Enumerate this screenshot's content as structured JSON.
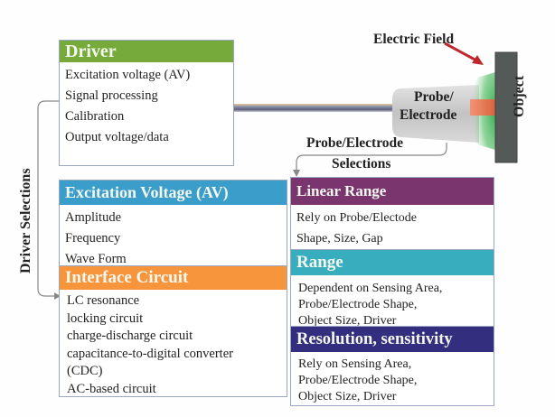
{
  "colors": {
    "driver": "#76ab3b",
    "excitation": "#3b9dc9",
    "interface": "#f7953c",
    "linear_range": "#7a356f",
    "range": "#38adbd",
    "resolution": "#332e7e",
    "electric_field_arrow": "#c0272d",
    "object": "#555a58"
  },
  "labels": {
    "electric_field": "Electric Field",
    "probe_line1": "Probe/",
    "probe_line2": "Electrode",
    "object": "Object",
    "probe_selections_line1": "Probe/Electrode",
    "probe_selections_line2": "Selections",
    "driver_selections": "Driver Selections"
  },
  "driver": {
    "title": "Driver",
    "items": [
      "Excitation voltage (AV)",
      "Signal processing",
      "Calibration",
      "Output voltage/data"
    ]
  },
  "excitation": {
    "title": "Excitation Voltage (AV)",
    "items": [
      "Amplitude",
      "Frequency",
      "Wave Form"
    ]
  },
  "interface": {
    "title": "Interface Circuit",
    "items": [
      "LC resonance",
      "locking circuit",
      "charge-discharge circuit",
      "capacitance-to-digital converter",
      "(CDC)",
      "AC-based circuit"
    ]
  },
  "linear_range": {
    "title": "Linear Range",
    "items": [
      "Rely on Probe/Electode",
      "Shape, Size, Gap"
    ]
  },
  "range": {
    "title": "Range",
    "items": [
      "Dependent on Sensing Area,",
      "Probe/Electrode Shape,",
      "Object Size, Driver"
    ]
  },
  "resolution": {
    "title": "Resolution, sensitivity",
    "items": [
      "Rely on Sensing Area,",
      "Probe/Electrode Shape,",
      "Object Size, Driver"
    ]
  }
}
